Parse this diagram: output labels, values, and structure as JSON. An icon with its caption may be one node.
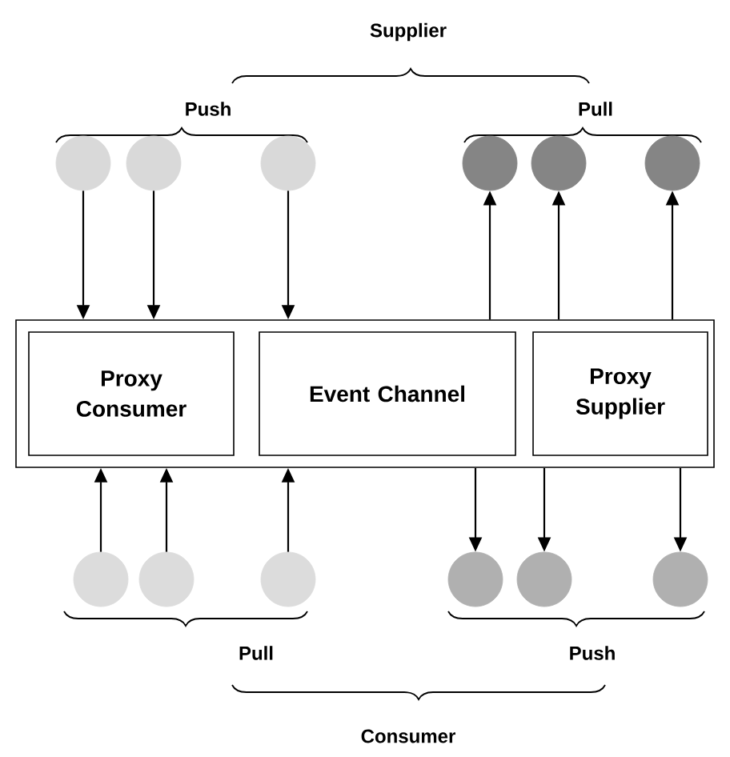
{
  "diagram": {
    "nodes": [
      {
        "text": [],
        "shape": "circle"
      },
      {
        "text": [],
        "shape": "circle"
      },
      {
        "text": [],
        "shape": "circle"
      },
      {
        "text": [],
        "shape": "circle"
      },
      {
        "text": [],
        "shape": "circle"
      },
      {
        "text": [],
        "shape": "circle"
      },
      {
        "text": [],
        "shape": "box"
      },
      {
        "text": [
          "Proxy Consumer"
        ],
        "in": 6
      },
      {
        "text": [
          "Event Channel"
        ],
        "in": 6
      },
      {
        "text": [
          "Proxy Supplier"
        ],
        "in": 6
      },
      {
        "text": [],
        "shape": "circle"
      },
      {
        "text": [],
        "shape": "circle"
      },
      {
        "text": [],
        "shape": "circle"
      },
      {
        "text": [],
        "shape": "circle"
      },
      {
        "text": [],
        "shape": "circle"
      },
      {
        "text": [],
        "shape": "circle"
      }
    ],
    "edges": [
      {
        "from": 0,
        "to": 6,
        "arrow": "to"
      },
      {
        "from": 1,
        "to": 6,
        "arrow": "to"
      },
      {
        "from": 2,
        "to": 6,
        "arrow": "to"
      },
      {
        "from": 6,
        "to": 3,
        "arrow": "to"
      },
      {
        "from": 6,
        "to": 4,
        "arrow": "to"
      },
      {
        "from": 6,
        "to": 5,
        "arrow": "to"
      },
      {
        "from": 10,
        "to": 6,
        "arrow": "to"
      },
      {
        "from": 11,
        "to": 6,
        "arrow": "to"
      },
      {
        "from": 12,
        "to": 6,
        "arrow": "to"
      },
      {
        "from": 6,
        "to": 13,
        "arrow": "to"
      },
      {
        "from": 6,
        "to": 14,
        "arrow": "to"
      },
      {
        "from": 6,
        "to": 15,
        "arrow": "to"
      }
    ],
    "labels": [
      "Supplier",
      "Push",
      "Pull",
      "Pull",
      "Push",
      "Consumer"
    ]
  }
}
